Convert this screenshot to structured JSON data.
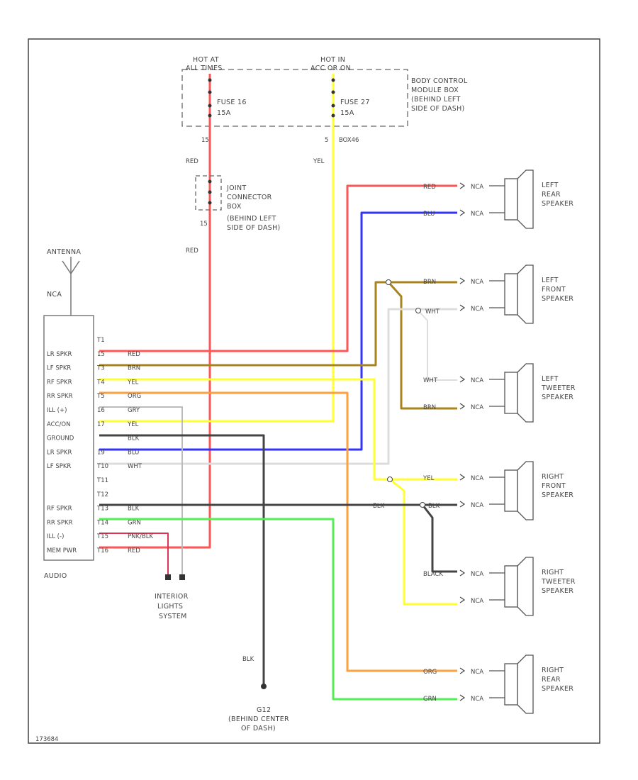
{
  "diagram_id": "173684",
  "fuse_box": {
    "hot_left": [
      "HOT AT",
      "ALL TIMES"
    ],
    "hot_right": [
      "HOT IN",
      "ACC OR ON"
    ],
    "fuse_left": [
      "FUSE 16",
      "15A"
    ],
    "fuse_right": [
      "FUSE 27",
      "15A"
    ],
    "label": [
      "BODY CONTROL",
      "MODULE BOX",
      "(BEHIND LEFT",
      "SIDE OF DASH)"
    ],
    "pin_left": "15",
    "pin_right": "5",
    "pin_right_conn": "BOX46"
  },
  "joint_connector": {
    "label": [
      "JOINT",
      "CONNECTOR",
      "BOX",
      "(BEHIND LEFT",
      "SIDE OF DASH)"
    ],
    "pin": "15"
  },
  "antenna": {
    "label": "ANTENNA",
    "wire": "NCA"
  },
  "radio": {
    "name": "AUDIO",
    "pins": [
      {
        "func": "",
        "num": "T1",
        "color": "",
        "hex": ""
      },
      {
        "func": "LR SPKR",
        "num": "15",
        "color": "RED",
        "hex": "#ff5555"
      },
      {
        "func": "LF SPKR",
        "num": "T3",
        "color": "BRN",
        "hex": "#a8841e"
      },
      {
        "func": "RF SPKR",
        "num": "T4",
        "color": "YEL",
        "hex": "#ffff33"
      },
      {
        "func": "RR SPKR",
        "num": "T5",
        "color": "ORG",
        "hex": "#ffa040"
      },
      {
        "func": "ILL (+)",
        "num": "16",
        "color": "GRY",
        "hex": "#bbbbbb"
      },
      {
        "func": "ACC/ON",
        "num": "17",
        "color": "YEL",
        "hex": "#ffff33"
      },
      {
        "func": "GROUND",
        "num": "",
        "color": "BLK",
        "hex": "#444444"
      },
      {
        "func": "LR SPKR",
        "num": "19",
        "color": "BLU",
        "hex": "#3333ff"
      },
      {
        "func": "LF SPKR",
        "num": "T10",
        "color": "WHT",
        "hex": "#dddddd"
      },
      {
        "func": "",
        "num": "T11",
        "color": "",
        "hex": ""
      },
      {
        "func": "",
        "num": "T12",
        "color": "",
        "hex": ""
      },
      {
        "func": "RF SPKR",
        "num": "T13",
        "color": "BLK",
        "hex": "#444444"
      },
      {
        "func": "RR SPKR",
        "num": "T14",
        "color": "GRN",
        "hex": "#55ee55"
      },
      {
        "func": "ILL (-)",
        "num": "T15",
        "color": "PNK/BLK",
        "hex": "#dd3355"
      },
      {
        "func": "MEM PWR",
        "num": "T16",
        "color": "RED",
        "hex": "#ff5555"
      }
    ]
  },
  "speakers": [
    {
      "name": [
        "LEFT",
        "REAR",
        "SPEAKER"
      ],
      "wires": [
        {
          "color": "RED",
          "conn": "NCA"
        },
        {
          "color": "BLU",
          "conn": "NCA"
        }
      ]
    },
    {
      "name": [
        "LEFT",
        "FRONT",
        "SPEAKER"
      ],
      "wires": [
        {
          "color": "BRN",
          "conn": "NCA"
        },
        {
          "color": "",
          "conn": "NCA"
        }
      ]
    },
    {
      "name": [
        "LEFT",
        "TWEETER",
        "SPEAKER"
      ],
      "wires": [
        {
          "color": "WHT",
          "conn": "NCA"
        },
        {
          "color": "BRN",
          "conn": "NCA"
        }
      ]
    },
    {
      "name": [
        "RIGHT",
        "FRONT",
        "SPEAKER"
      ],
      "wires": [
        {
          "color": "YEL",
          "conn": "NCA"
        },
        {
          "color": "",
          "conn": "NCA"
        }
      ]
    },
    {
      "name": [
        "RIGHT",
        "TWEETER",
        "SPEAKER"
      ],
      "wires": [
        {
          "color": "BLACK",
          "conn": "NCA"
        },
        {
          "color": "",
          "conn": "NCA"
        }
      ]
    },
    {
      "name": [
        "RIGHT",
        "REAR",
        "SPEAKER"
      ],
      "wires": [
        {
          "color": "ORG",
          "conn": "NCA"
        },
        {
          "color": "GRN",
          "conn": "NCA"
        }
      ]
    }
  ],
  "wire_labels": {
    "red_upper": "RED",
    "red_lower": "RED",
    "yel": "YEL",
    "wht_lf": "WHT",
    "blk_mid": "BLK",
    "blk_rf": "BLK",
    "yel_rf2": "YEL",
    "blk_ground": "BLK"
  },
  "interior_lights": [
    "INTERIOR",
    "LIGHTS",
    "SYSTEM"
  ],
  "ground": [
    "G12",
    "(BEHIND CENTER",
    "OF DASH)"
  ],
  "colors": {
    "red": "#ff5555",
    "yellow": "#ffff33",
    "blue": "#3333ff",
    "brown": "#a8841e",
    "orange": "#ffa040",
    "green": "#55ee55",
    "gray": "#bbbbbb",
    "white": "#dddddd",
    "black": "#444444",
    "frame": "#333333"
  }
}
